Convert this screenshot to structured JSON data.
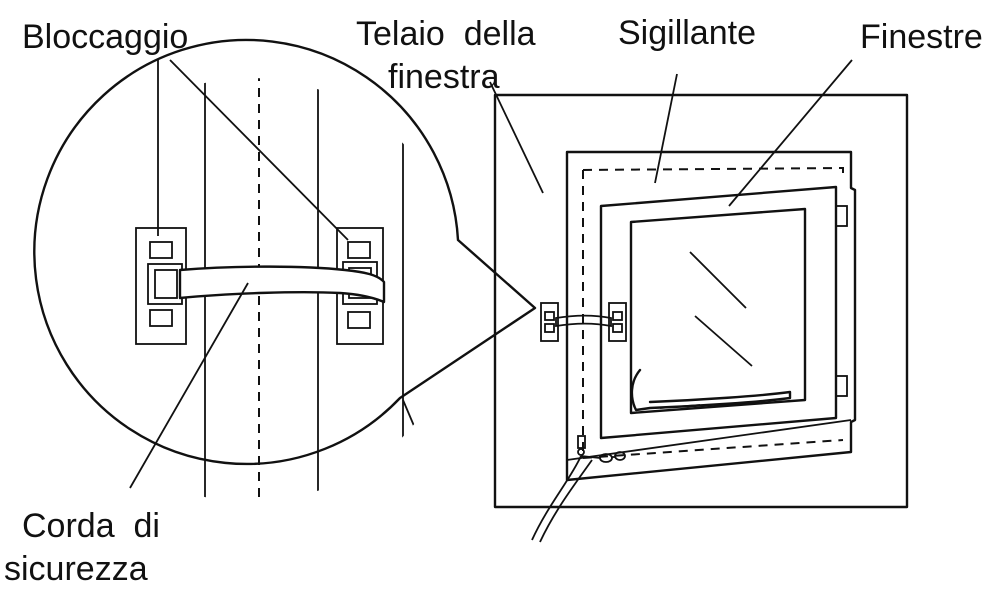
{
  "labels": {
    "lock": "Bloccaggio",
    "frame_line1": "Telaio  della",
    "frame_line2": "finestra",
    "seal": "Sigillante",
    "windows": "Finestre",
    "rope_line1": "Corda  di",
    "rope_line2": "sicurezza"
  },
  "colors": {
    "line": "#111111",
    "background": "#ffffff"
  }
}
